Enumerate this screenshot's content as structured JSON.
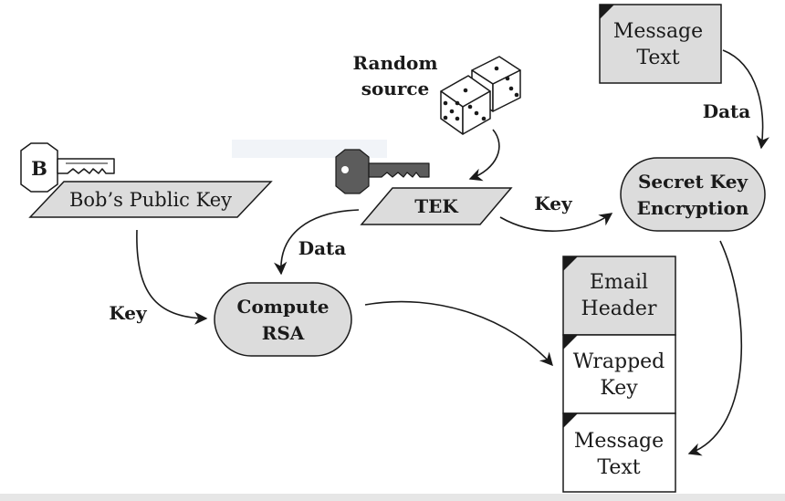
{
  "labels": {
    "message_text_top_line1": "Message",
    "message_text_top_line2": "Text",
    "random_source_line1": "Random",
    "random_source_line2": "source",
    "data_top": "Data",
    "secret_key_line1": "Secret Key",
    "secret_key_line2": "Encryption",
    "bobs_key_letter": "B",
    "bobs_public_key": "Bob’s Public Key",
    "tek": "TEK",
    "key_tek_to_ske": "Key",
    "data_tek_to_rsa": "Data",
    "key_to_rsa": "Key",
    "compute_line1": "Compute",
    "compute_line2": "RSA",
    "email_header_line1": "Email",
    "email_header_line2": "Header",
    "wrapped_key_line1": "Wrapped",
    "wrapped_key_line2": "Key",
    "message_text_bottom_line1": "Message",
    "message_text_bottom_line2": "Text"
  },
  "colors": {
    "fill_gray": "#dcdcdc",
    "tek_key_fill": "#5c5c5c",
    "stroke": "#1a1a1a"
  }
}
